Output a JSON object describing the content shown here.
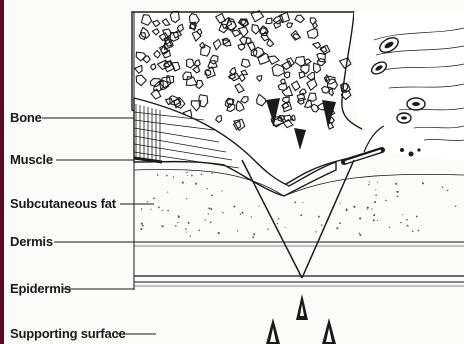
{
  "labels": {
    "bone": "Bone",
    "muscle": "Muscle",
    "subcutaneous_fat": "Subcutaneous fat",
    "dermis": "Dermis",
    "epidermis": "Epidermis",
    "supporting_surface": "Supporting surface"
  },
  "colors": {
    "border": "#5a0a24",
    "ink": "#1a1a1a",
    "paper": "#fbfbf8"
  }
}
